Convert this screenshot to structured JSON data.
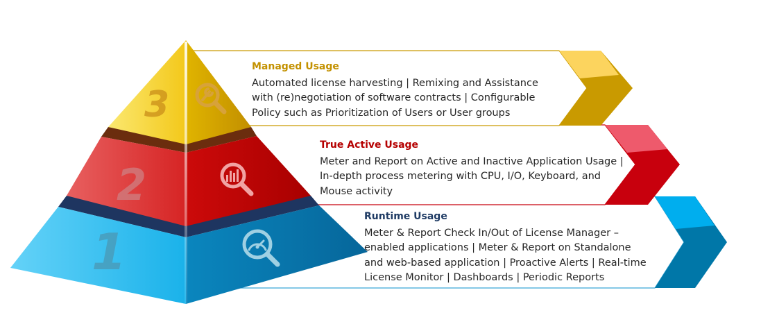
{
  "tiers": {
    "managed": {
      "number": "3",
      "title": "Managed Usage",
      "lines": [
        "Automated license harvesting | Remixing and Assistance",
        "with (re)negotiation of  software contracts | Configurable",
        "Policy such as Prioritization of Users or User groups"
      ],
      "icon": "wrench-magnifier-icon",
      "colors": {
        "title": "#c39100",
        "light": "#f7d84a",
        "dark": "#c49b04",
        "arrow_light": "#fcd45e",
        "arrow_dark": "#c99a00"
      }
    },
    "active": {
      "number": "2",
      "title": "True Active Usage",
      "lines": [
        "Meter and Report on Active and Inactive Application Usage |",
        "In-depth process metering with CPU, I/O, Keyboard, and",
        "Mouse activity"
      ],
      "icon": "equalizer-magnifier-icon",
      "colors": {
        "title": "#b50000",
        "light": "#e94f4f",
        "dark": "#c00000",
        "arrow_light": "#ee5a6c",
        "arrow_dark": "#c8000d"
      }
    },
    "runtime": {
      "number": "1",
      "title": "Runtime Usage",
      "lines": [
        "Meter & Report Check In/Out of License Manager –",
        "enabled applications | Meter & Report on Standalone",
        "and web-based application | Proactive Alerts | Real-time",
        "License Monitor | Dashboards | Periodic Reports"
      ],
      "icon": "gauge-magnifier-icon",
      "colors": {
        "title": "#1f3b64",
        "light": "#3cc4f2",
        "dark": "#0b78ab",
        "arrow_light": "#00aeee",
        "arrow_dark": "#0077a8"
      }
    }
  }
}
